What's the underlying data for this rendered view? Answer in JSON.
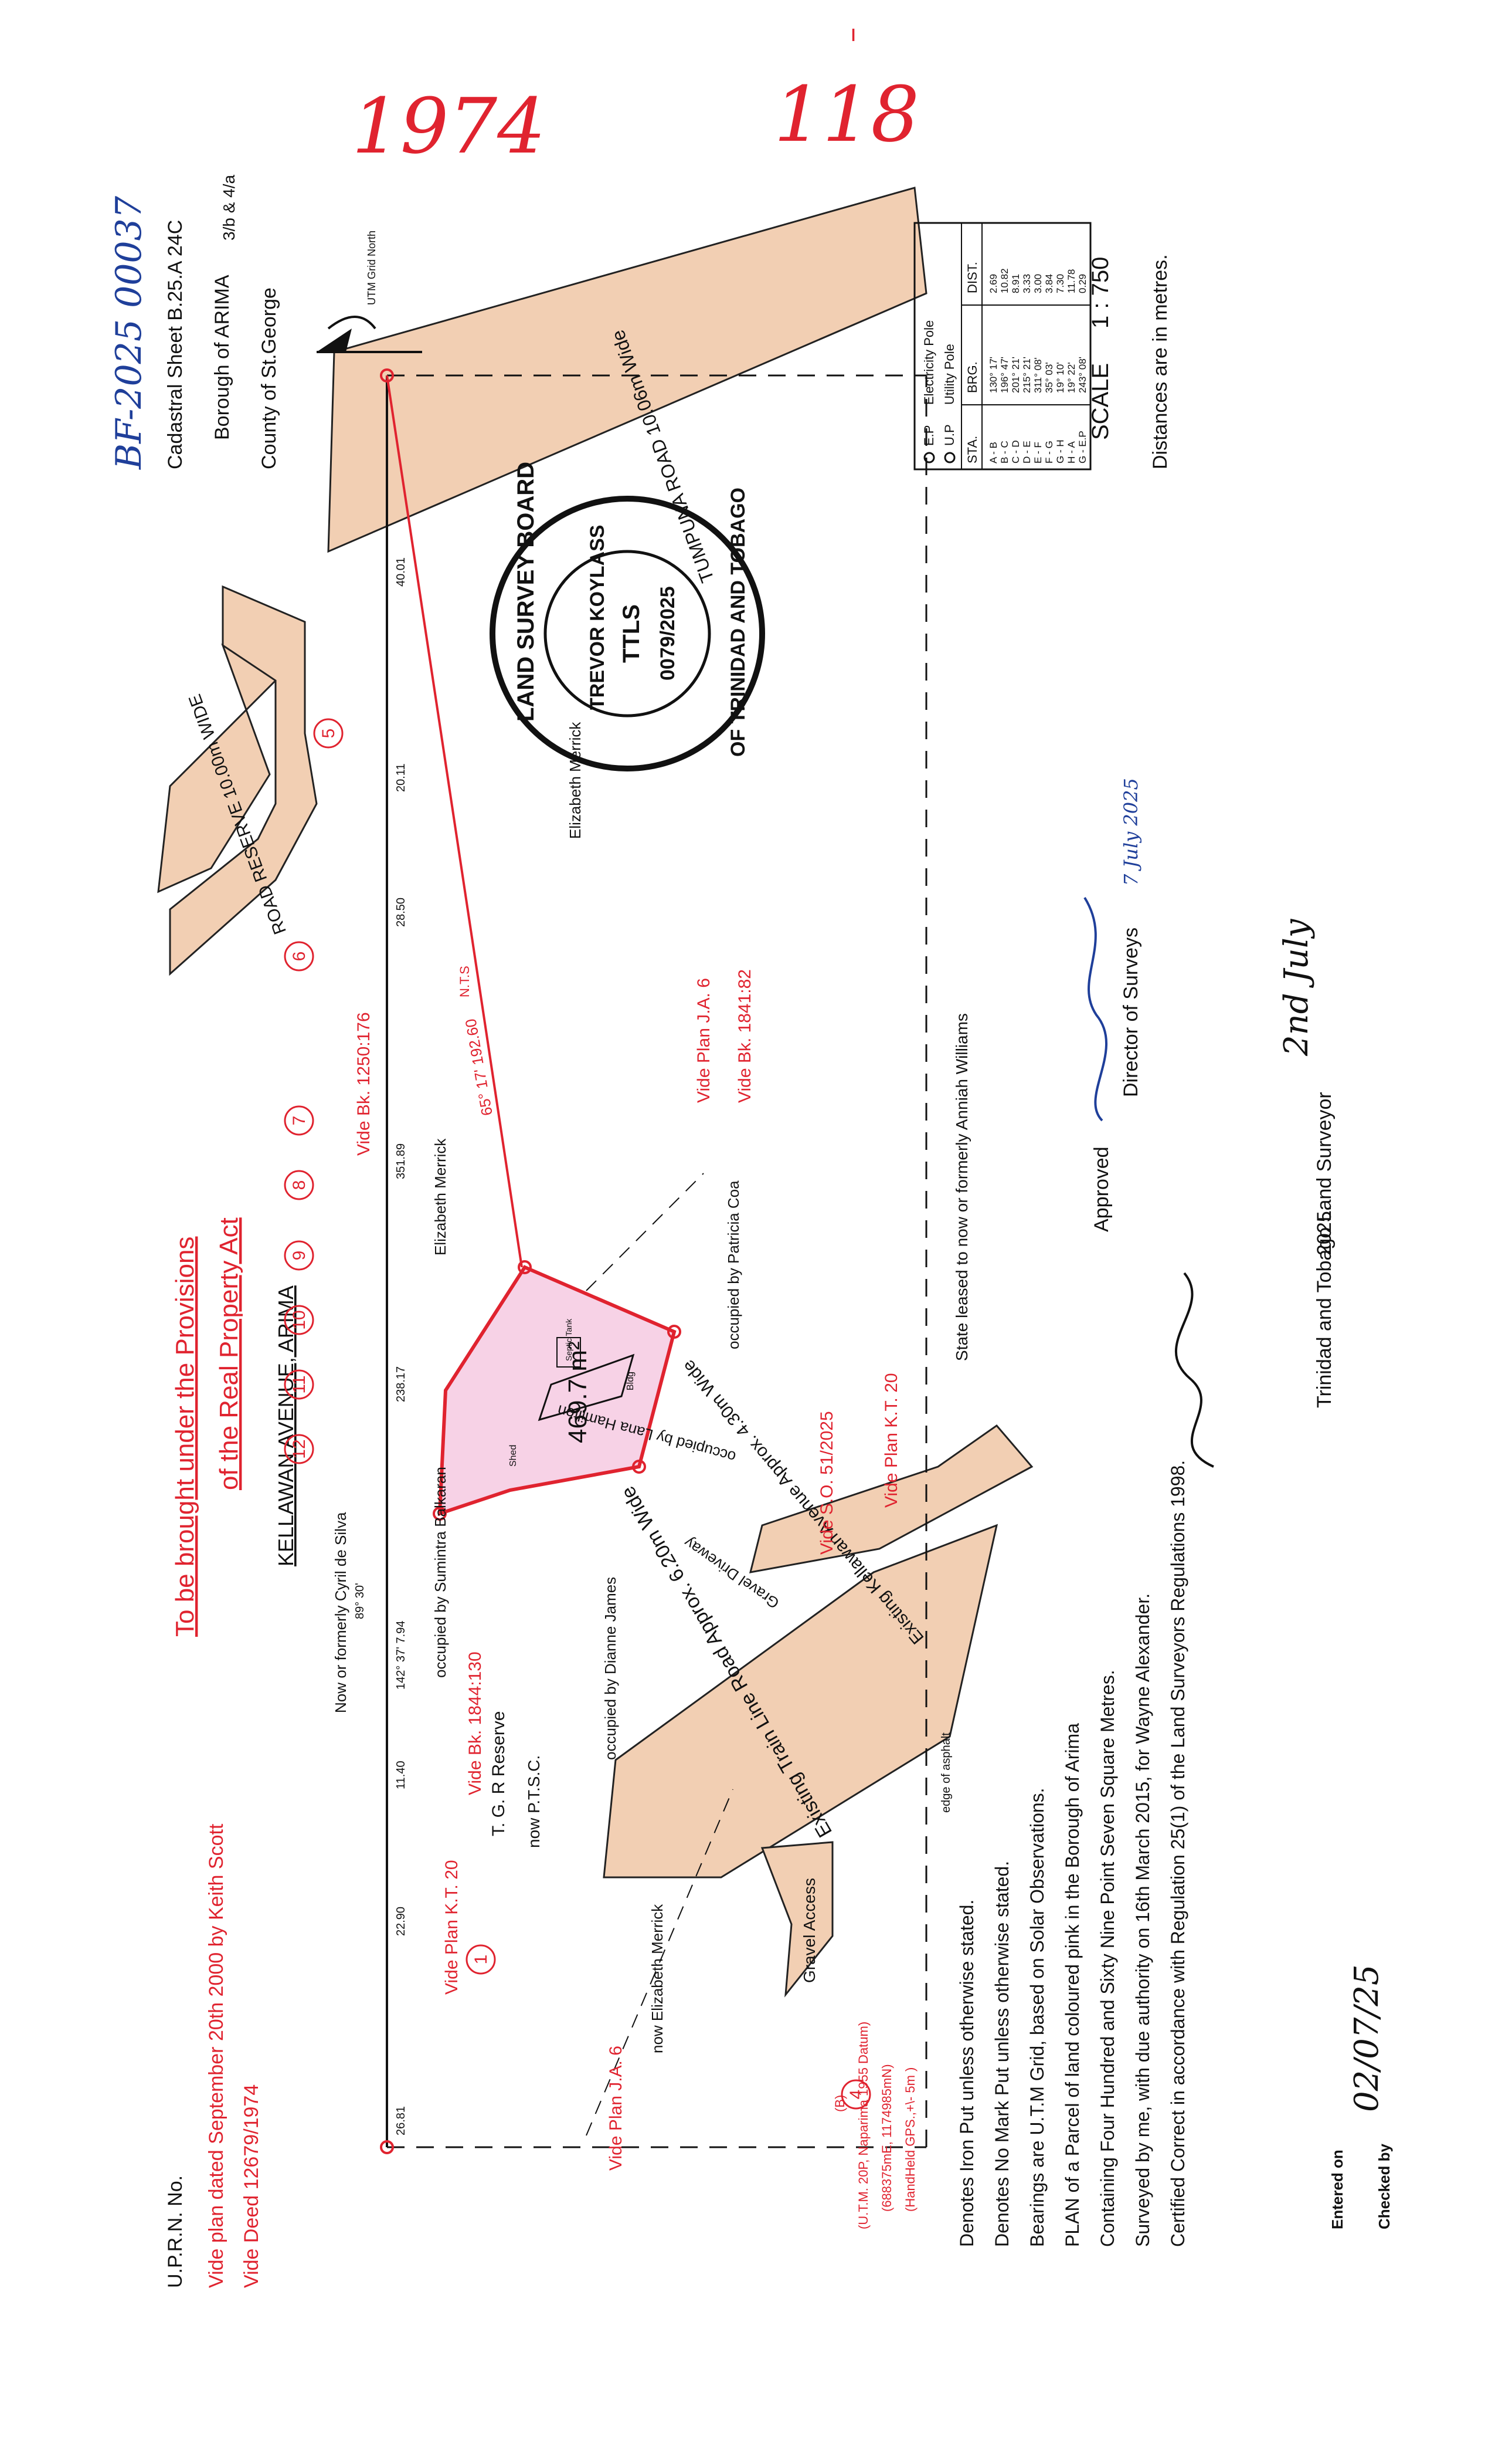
{
  "header": {
    "year": "1974",
    "number": "118",
    "file_ref": "BF-2025 00037"
  },
  "sheet": {
    "cadastral": "Cadastral Sheet B.25.A 24C",
    "sub": "3/b & 4/a",
    "borough": "Borough of ARIMA",
    "county": "County of St.George"
  },
  "north_label": "UTM Grid North",
  "scale": {
    "label": "SCALE",
    "value": "1 : 750",
    "note": "Distances are in metres."
  },
  "stamp": {
    "ring_top": "LAND SURVEY BOARD",
    "ring_bottom": "OF TRINIDAD AND TOBAGO",
    "name": "TREVOR KOYLASS",
    "initials": "TTLS",
    "number": "0079/2025"
  },
  "legend_table": {
    "symbols": [
      {
        "icon": "circle-dot",
        "label": "E.P",
        "text": "Electricity Pole"
      },
      {
        "icon": "circle-dot",
        "label": "U.P",
        "text": "Utility Pole"
      }
    ],
    "headers": [
      "STA.",
      "BRG.",
      "DIST."
    ],
    "rows": [
      [
        "A - B",
        "130° 17'",
        "2.69"
      ],
      [
        "B - C",
        "196° 47'",
        "10.82"
      ],
      [
        "C - D",
        "201° 21'",
        "8.91"
      ],
      [
        "D - E",
        "215° 21'",
        "3.33"
      ],
      [
        "E - F",
        "311° 08'",
        "3.00"
      ],
      [
        "F - G",
        "35° 03'",
        "3.84"
      ],
      [
        "G - H",
        "19° 10'",
        "7.30"
      ],
      [
        "H - A",
        "19° 22'",
        "11.78"
      ],
      [
        "G - E.P",
        "243° 08'",
        "0.29"
      ]
    ]
  },
  "roads": {
    "tumpuna": "TUMPUNA ROAD 10.06m Wide",
    "reserve_top": "ROAD RESERVE 10.00m WIDE",
    "kellawan": "KELLAWAN AVENUE, ARIMA",
    "train_line": "Existing Train Line Road Approx. 6.20m Wide",
    "kellawan_existing": "Existing Kellawan Avenue Approx. 4.30m Wide",
    "gravel_access": "Gravel Access",
    "gravel_driveway": "Gravel Driveway",
    "edge_of_asphalt": "edge of asphalt"
  },
  "titles": {
    "provisions_1": "To be brought under the Provisions",
    "provisions_2": "of the Real Property Act"
  },
  "top_notes": {
    "uprn": "U.P.R.N. No.",
    "vide_plan": "Vide plan dated September 20th 2000 by Keith Scott",
    "vide_deed": "Vide Deed 12679/1974"
  },
  "parcel": {
    "area": "469.7 m²",
    "septic": "Septic Tank",
    "bldg": "Bldg",
    "shed": "Shed",
    "occupied_hamilton": "occupied by Lana Hamilton",
    "occupied_coa": "occupied by Patricia Coa",
    "occupied_balkaran": "occupied by Sumintra Balkaran",
    "occupied_james": "occupied by Dianne James",
    "bearing_main": "65° 17' 192.60",
    "nts": "N.T.S"
  },
  "adjoining": {
    "cyril": "Now or formerly Cyril de Silva",
    "merrick_1": "Elizabeth Merrick",
    "merrick_2": "Elizabeth Merrick",
    "merrick_now": "now Elizabeth Merrick",
    "williams": "State leased to now or formerly Anniah Williams",
    "tgr": "T. G. R Reserve",
    "ptsc": "now P.T.S.C."
  },
  "vide_refs": {
    "bk1250": "Vide Bk. 1250:176",
    "ja6_top": "Vide Plan J.A. 6",
    "bk1841": "Vide Bk. 1841:82",
    "so51": "Vide S.O. 51/2025",
    "kt20_right": "Vide Plan K.T. 20",
    "bk1844": "Vide Bk. 1844:130",
    "kt20_left": "Vide Plan K.T. 20",
    "ja6_left": "Vide Plan J.A. 6"
  },
  "lot_numbers": [
    "1",
    "4",
    "5",
    "6",
    "7",
    "8",
    "9",
    "10",
    "11",
    "12"
  ],
  "street_dims": [
    "26.81",
    "22.90",
    "11.40",
    "142° 37' 7.94",
    "89° 30'",
    "238.17",
    "351.89",
    "28.50",
    "20.11",
    "40.01"
  ],
  "utm": {
    "title": "(U.T.M. 20P, Naparima 1955 Datum)",
    "coords": "(688375mE, 1174985mN)",
    "gps": "(HandHeld GPS.,+\\- 5m )",
    "point": "(B)"
  },
  "bottom_notes": [
    "Denotes Iron Put unless otherwise stated.",
    "Denotes No Mark Put unless otherwise stated.",
    "Bearings are U.T.M  Grid, based on Solar Observations.",
    "PLAN of a Parcel of land coloured pink in the Borough of Arima",
    "Containing Four Hundred and Sixty Nine Point Seven Square Metres.",
    "Surveyed by me, with due authority on 16th March 2015, for Wayne Alexander.",
    "Certified Correct in accordance with Regulation 25(1) of the Land Surveyors Regulations 1998."
  ],
  "approval": {
    "approved": "Approved",
    "director": "Director of Surveys",
    "date_hand": "7 July 2025",
    "signed_date": "2nd July",
    "year": "2025.",
    "surveyor": "Trinidad and Tobago Land Surveyor"
  },
  "entry": {
    "entered_on": "Entered on",
    "checked_by": "Checked by",
    "checked_hand": "02/07/25"
  },
  "colors": {
    "road_fill": "#f2cfb3",
    "parcel_fill": "#f7d2e6",
    "red": "#e0232f",
    "blue": "#1f3f9a"
  }
}
